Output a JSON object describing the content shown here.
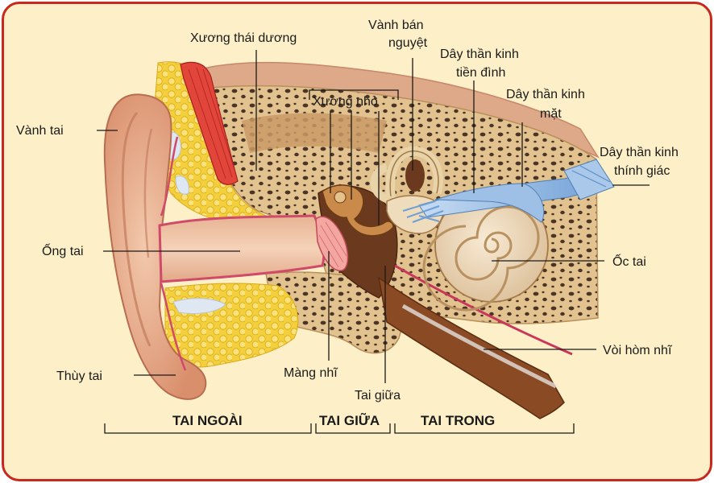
{
  "labels": {
    "xuong_thai_duong": "Xương thái dương",
    "vanh_ban_nguyet_1": "Vành bán",
    "vanh_ban_nguyet_2": "nguyệt",
    "day_than_kinh_tien_dinh_1": "Dây thần kinh",
    "day_than_kinh_tien_dinh_2": "tiền đình",
    "day_than_kinh_mat_1": "Dây thần kinh",
    "day_than_kinh_mat_2": "mặt",
    "day_than_kinh_thinh_giac_1": "Dây thần kinh",
    "day_than_kinh_thinh_giac_2": "thính giác",
    "xuong_nho": "Xương nhỏ",
    "vanh_tai": "Vành tai",
    "ong_tai": "Ống tai",
    "oc_tai": "Ốc tai",
    "voi_hom_nhi": "Vòi hòm nhĩ",
    "mang_nhi": "Màng nhĩ",
    "tai_giua": "Tai giữa",
    "thuy_tai": "Thùy tai"
  },
  "sections": {
    "tai_ngoai": "TAI NGOÀI",
    "tai_giua": "TAI GIỮA",
    "tai_trong": "TAI TRONG"
  },
  "colors": {
    "frame": "#c8281e",
    "background": "#fdf0c8",
    "skin": "#eab89a",
    "bone": "#d9b98a",
    "fat": "#f6d24a",
    "muscle": "#e03a3a",
    "cochlea": "#f0dcc0",
    "nerve": "#8fb8e0",
    "tube": "#8a4a24"
  }
}
